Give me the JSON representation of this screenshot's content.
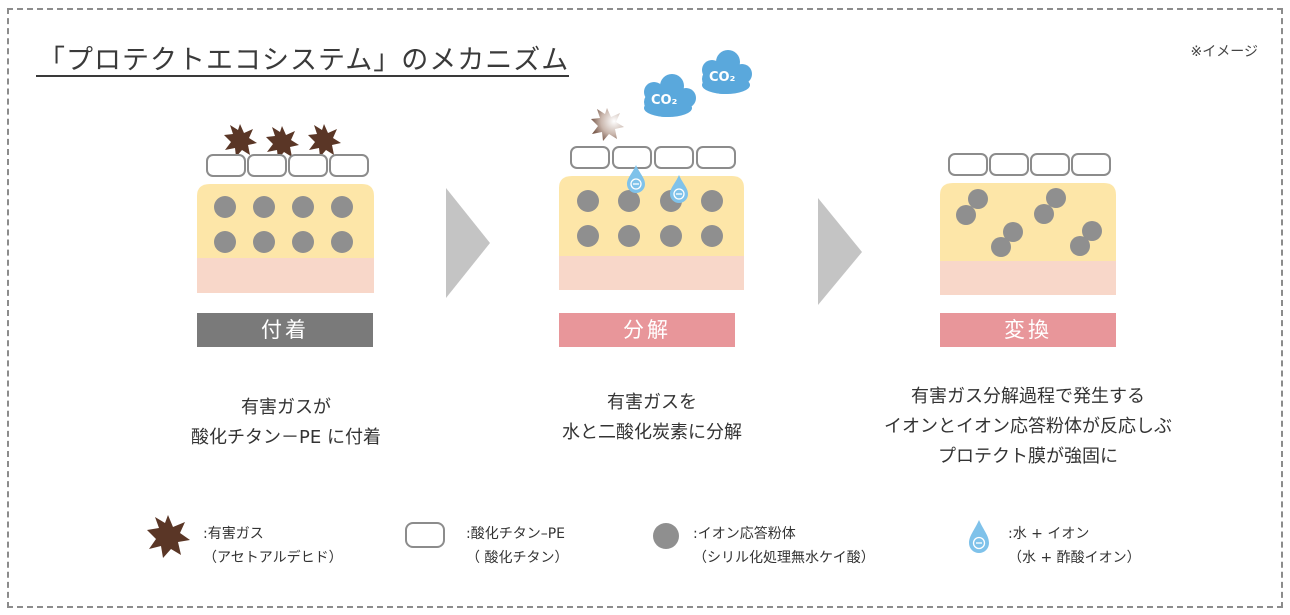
{
  "title": "「プロテクトエコシステム」のメカニズム",
  "note": "※イメージ",
  "steps": [
    {
      "label": "付着",
      "description": [
        "有害ガスが",
        "酸化チタン－PE に付着"
      ]
    },
    {
      "label": "分解",
      "description": [
        "有害ガスを",
        "水と二酸化炭素に分解"
      ]
    },
    {
      "label": "変換",
      "description": [
        "有害ガス分解過程で発生する",
        "イオンとイオン応答粉体が反応しぶ",
        "プロテクト膜が強固に"
      ]
    }
  ],
  "co2_label": "CO₂",
  "ion_symbol": "⊖",
  "legend": [
    {
      "line1": ":有害ガス",
      "line2": "（アセトアルデヒド）"
    },
    {
      "line1": ":酸化チタン–PE",
      "line2": "（ 酸化チタン）"
    },
    {
      "line1": ":イオン応答粉体",
      "line2": "（シリル化処理無水ケイ酸）"
    },
    {
      "line1": ":水 + イオン",
      "line2": "（水 + 酢酸イオン）"
    }
  ],
  "colors": {
    "gas": "#5a3626",
    "layer_yellow": "#fde6a8",
    "layer_pink": "#f8d7c9",
    "particle": "#8f8f8f",
    "arrow": "#c4c4c4",
    "co2_cloud": "#5aa8dc",
    "droplet": "#7fc2ea",
    "label_gray": "#7a7a7a",
    "label_pink": "#e8969a"
  }
}
